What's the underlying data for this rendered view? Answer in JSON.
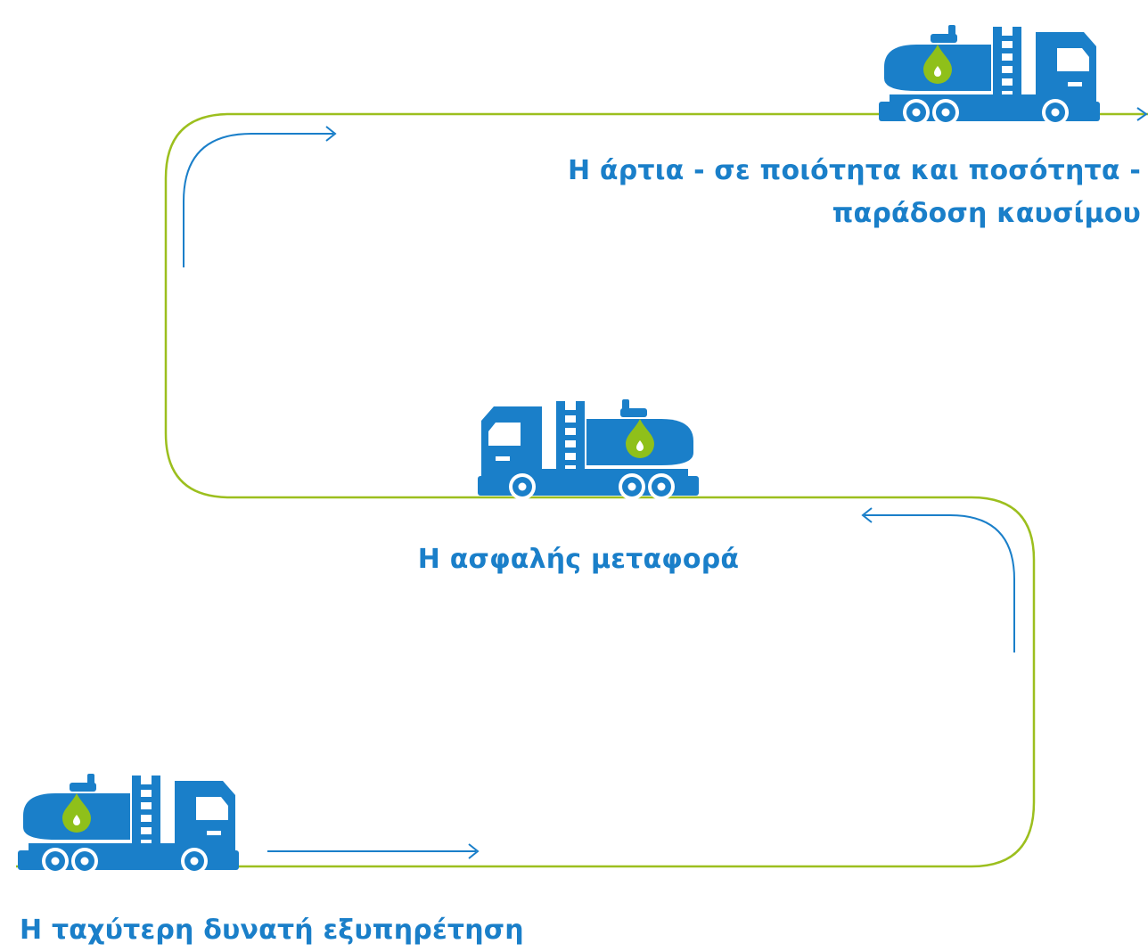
{
  "steps": {
    "top": {
      "line1": "Η άρτια - σε ποιότητα και ποσότητα -",
      "line2": "παράδοση καυσίμου"
    },
    "middle": "Η ασφαλής μεταφορά",
    "bottom": "Η  ταχύτερη δυνατή εξυπηρέτηση"
  },
  "icons": [
    "fuel-tanker-truck-icon",
    "fuel-drop-icon",
    "direction-arrow-icon"
  ],
  "colors": {
    "brand_blue": "#1a7fc9",
    "path_green": "#9cbf1e",
    "drop_green": "#8fc01a",
    "background": "#ffffff"
  }
}
